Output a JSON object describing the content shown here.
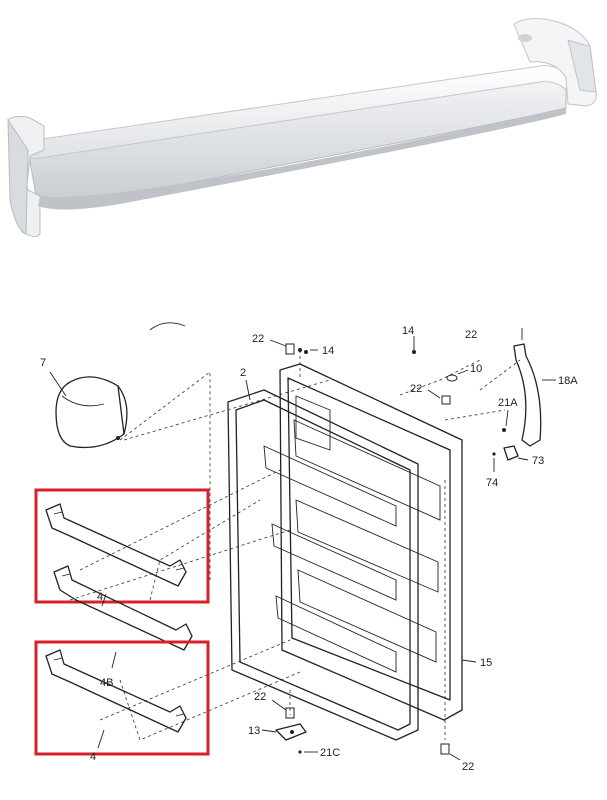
{
  "callouts": {
    "c7": "7",
    "c2": "2",
    "c22a": "22",
    "c14a": "14",
    "c14b": "14",
    "c22b": "22",
    "c10": "10",
    "c22c": "22",
    "c18a": "18A",
    "c21a": "21A",
    "c73": "73",
    "c74": "74",
    "c4a": "4",
    "c4b": "4B",
    "c4c": "4",
    "c15": "15",
    "c22d": "22",
    "c13": "13",
    "c21c": "21C",
    "c22e": "22"
  },
  "colors": {
    "highlight": "#d6212b",
    "ink": "#222222",
    "shelf": "#e9ecef"
  },
  "icons": {
    "photo": "door-shelf-bar-photo"
  }
}
